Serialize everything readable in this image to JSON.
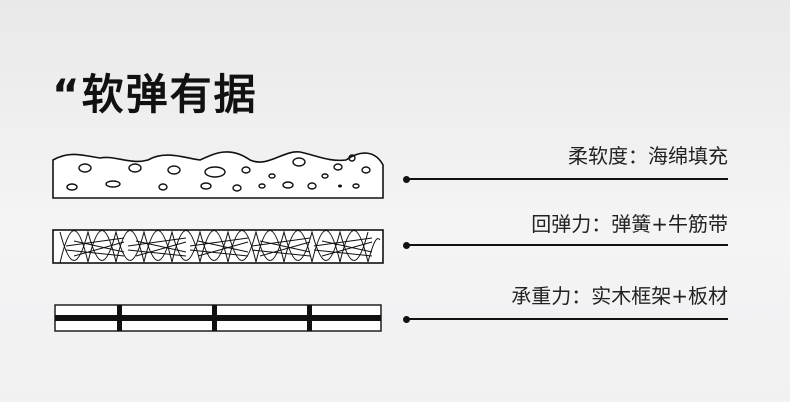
{
  "title": "“软弹有据",
  "layers": [
    {
      "name": "foam",
      "label": "柔软度：海绵填充"
    },
    {
      "name": "spring",
      "label": "回弹力：弹簧+牛筋带"
    },
    {
      "name": "frame",
      "label": "承重力：实木框架+板材"
    }
  ],
  "colors": {
    "ink": "#111111",
    "fill": "#ffffff",
    "background": "#f0f0f1"
  }
}
